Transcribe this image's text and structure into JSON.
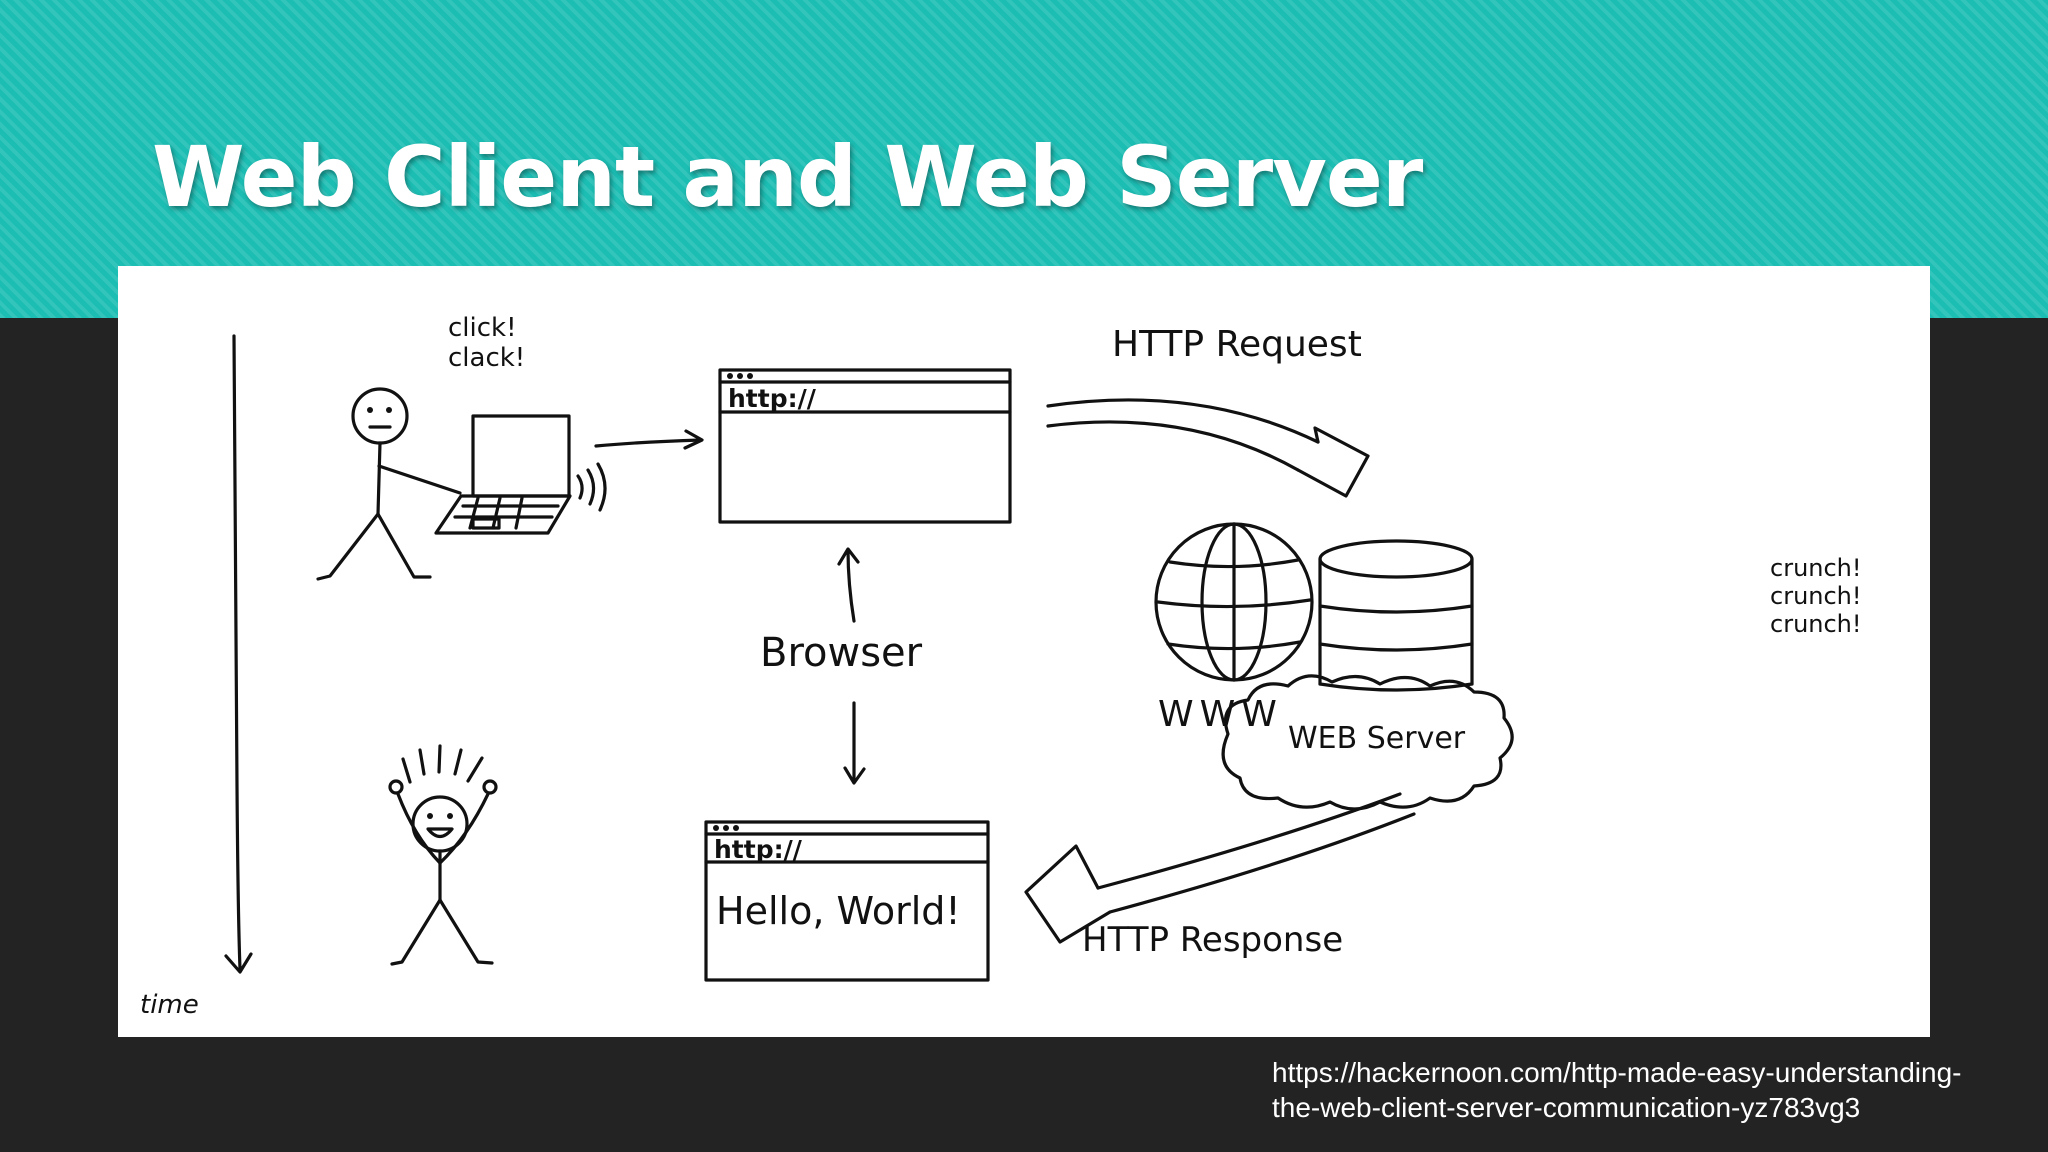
{
  "slide": {
    "title": "Web Client and Web Server",
    "source_url_line1": "https://hackernoon.com/http-made-easy-understanding-",
    "source_url_line2": "the-web-client-server-communication-yz783vg3"
  },
  "colors": {
    "header_teal": "#1cbdb3",
    "background_dark": "#232323",
    "panel_white": "#ffffff",
    "ink": "#111111"
  },
  "diagram": {
    "sound_click": "click!",
    "sound_clack": "clack!",
    "address_top": "http://",
    "address_bottom": "http://",
    "page_content": "Hello, World!",
    "browser_label": "Browser",
    "request_label": "HTTP Request",
    "response_label": "HTTP Response",
    "www_label": "WWW",
    "server_label": "WEB Server",
    "crunch_1": "crunch!",
    "crunch_2": "crunch!",
    "crunch_3": "crunch!",
    "time_label": "time"
  }
}
